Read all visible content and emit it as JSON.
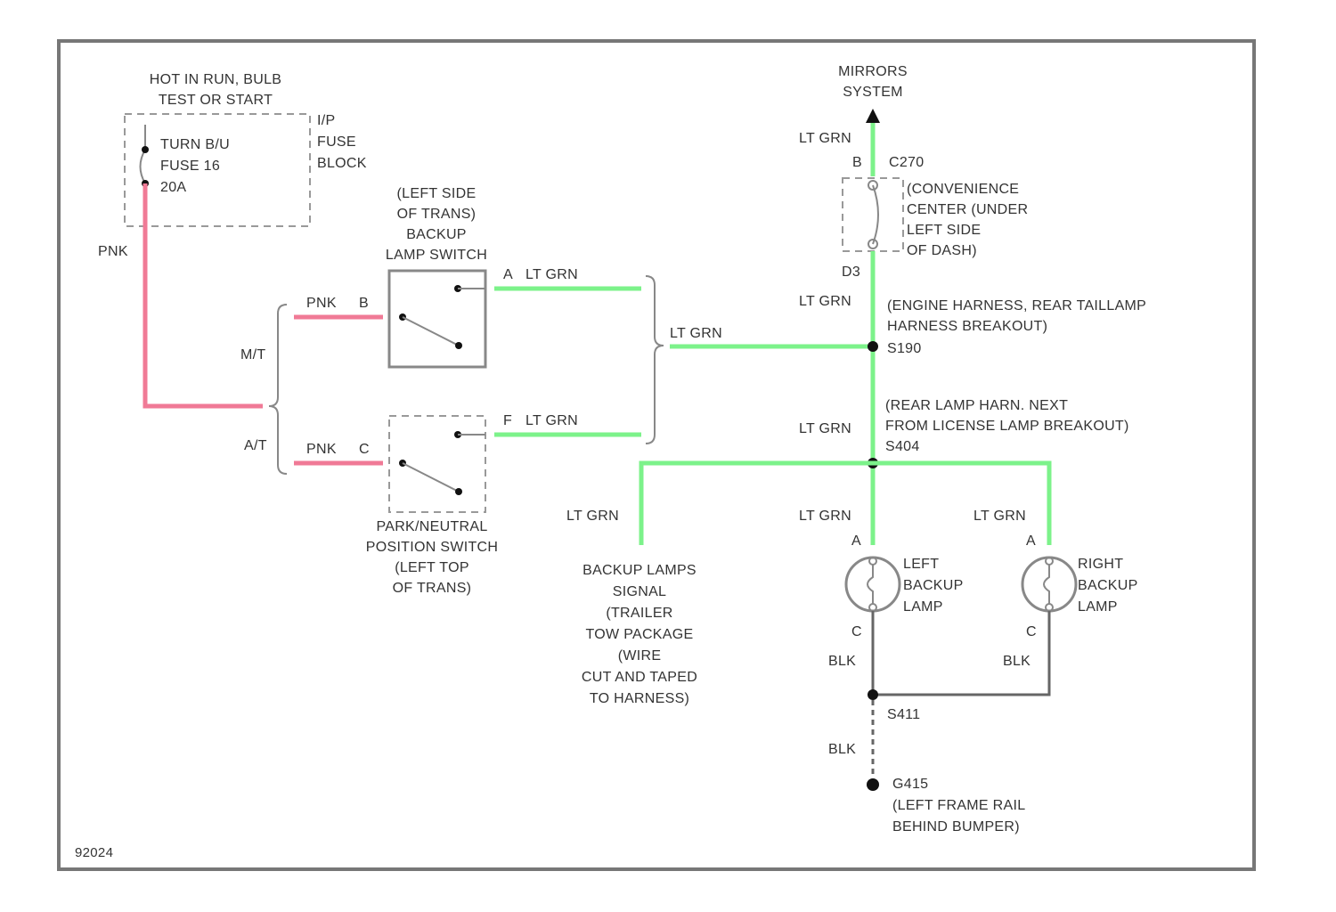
{
  "colors": {
    "pink_wire": "#f07a96",
    "green_wire": "#7cf28a",
    "black_wire": "#666666"
  },
  "power": {
    "header_1": "HOT IN RUN, BULB",
    "header_2": "TEST OR START",
    "fuse_1": "TURN B/U",
    "fuse_2": "FUSE 16",
    "fuse_3": "20A",
    "block_1": "I/P",
    "block_2": "FUSE",
    "block_3": "BLOCK"
  },
  "wire_labels": {
    "pnk_main": "PNK",
    "pnk_b": "PNK",
    "pnk_c": "PNK",
    "lt_grn_a": "LT GRN",
    "lt_grn_f": "LT GRN",
    "lt_grn_join": "LT GRN",
    "lt_grn_top": "LT GRN",
    "lt_grn_mid": "LT GRN",
    "lt_grn_lower": "LT GRN",
    "lt_grn_trailer": "LT GRN",
    "lt_grn_left_lamp": "LT GRN",
    "lt_grn_right_lamp": "LT GRN",
    "blk_left": "BLK",
    "blk_right": "BLK",
    "blk_ground": "BLK"
  },
  "transmission": {
    "mt": "M/T",
    "at": "A/T"
  },
  "backup_switch": {
    "line_1": "(LEFT SIDE",
    "line_2": "OF TRANS)",
    "line_3": "BACKUP",
    "line_4": "LAMP SWITCH",
    "pin_in": "B",
    "pin_out": "A"
  },
  "park_neutral_switch": {
    "line_1": "PARK/NEUTRAL",
    "line_2": "POSITION SWITCH",
    "line_3": "(LEFT TOP",
    "line_4": "OF TRANS)",
    "pin_in": "C",
    "pin_out": "F"
  },
  "mirrors": {
    "line_1": "MIRRORS",
    "line_2": "SYSTEM"
  },
  "connector_c": {
    "pin_top": "B",
    "name": "C270",
    "line_1": "(CONVENIENCE",
    "line_2": "CENTER (UNDER",
    "line_3": "LEFT SIDE",
    "line_4": "OF DASH)",
    "pin_bottom": "D3"
  },
  "splice_1": {
    "line_1": "(ENGINE HARNESS, REAR TAILLAMP",
    "line_2": "HARNESS BREAKOUT)",
    "name": "S190"
  },
  "splice_2": {
    "line_1": "(REAR LAMP HARN. NEXT",
    "line_2": "FROM LICENSE LAMP BREAKOUT)",
    "name": "S404"
  },
  "trailer": {
    "line_1": "BACKUP LAMPS",
    "line_2": "SIGNAL",
    "line_3": "(TRAILER",
    "line_4": "TOW PACKAGE",
    "line_5": "(WIRE",
    "line_6": "CUT AND TAPED",
    "line_7": "TO HARNESS)"
  },
  "left_lamp": {
    "pin_a": "A",
    "pin_c": "C",
    "line_1": "LEFT",
    "line_2": "BACKUP",
    "line_3": "LAMP"
  },
  "right_lamp": {
    "pin_a": "A",
    "pin_c": "C",
    "line_1": "RIGHT",
    "line_2": "BACKUP",
    "line_3": "LAMP"
  },
  "splice_ground": {
    "name": "S411"
  },
  "ground": {
    "name": "G415",
    "line_1": "(LEFT FRAME RAIL",
    "line_2": "BEHIND BUMPER)"
  },
  "footer": {
    "code": "92024"
  }
}
